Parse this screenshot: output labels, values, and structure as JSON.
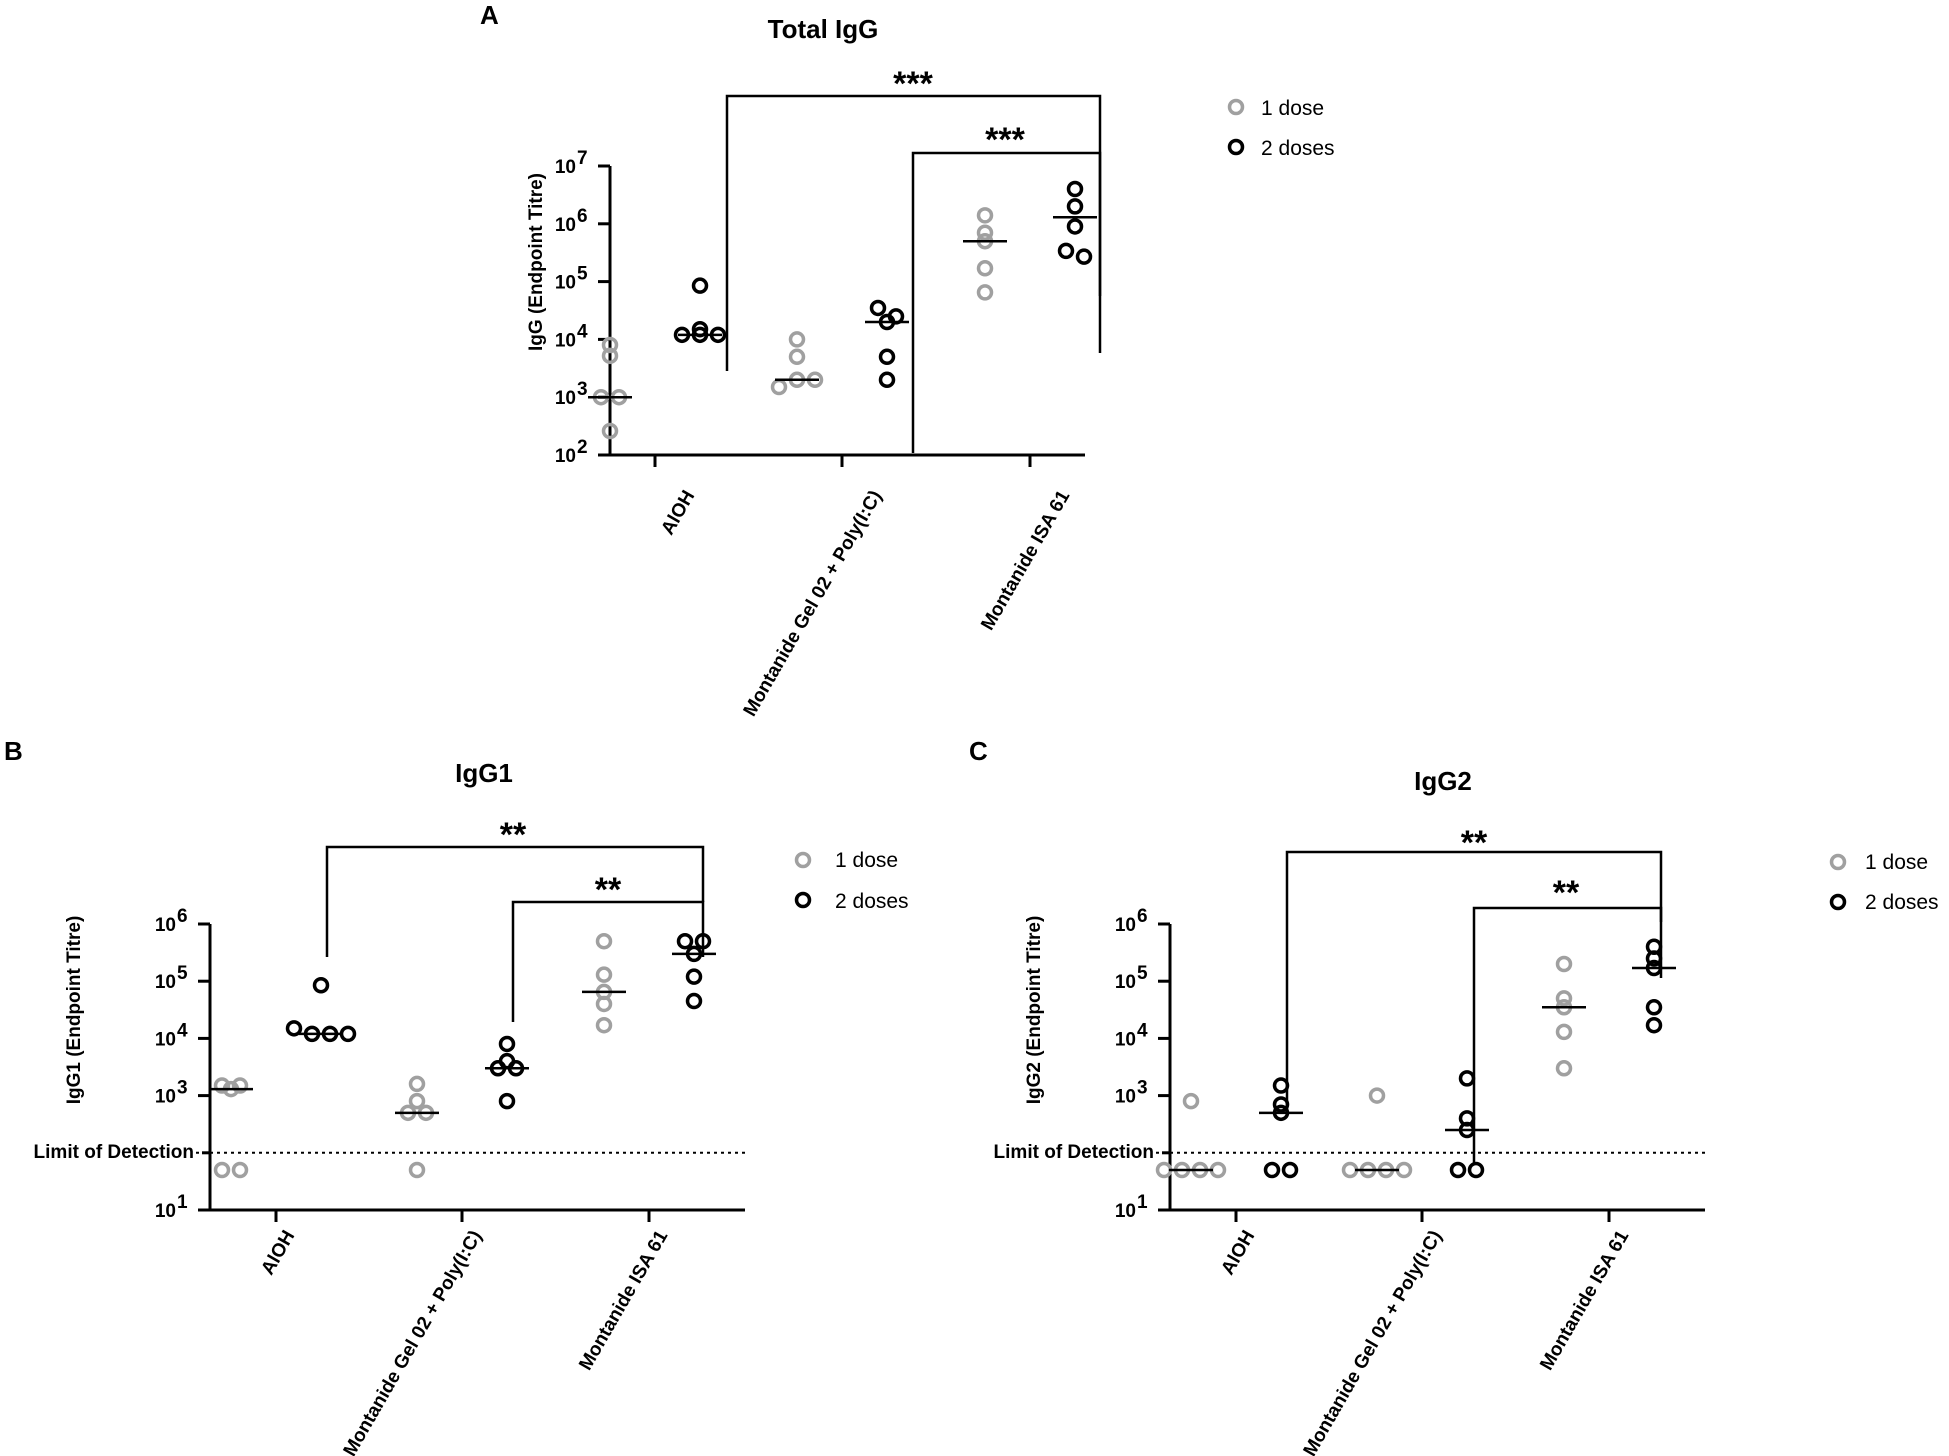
{
  "panels": [
    {
      "letter": "A",
      "title": "Total IgG",
      "ylabel": "IgG (Endpoint Titre)",
      "lod_label": "",
      "sig": [
        "***",
        "***"
      ]
    },
    {
      "letter": "B",
      "title": "IgG1",
      "ylabel": "IgG1 (Endpoint Titre)",
      "lod_label": "Limit of Detection",
      "sig": [
        "**",
        "**"
      ]
    },
    {
      "letter": "C",
      "title": "IgG2",
      "ylabel": "IgG2 (Endpoint Titre)",
      "lod_label": "Limit of Detection",
      "sig": [
        "**",
        "**"
      ]
    }
  ],
  "colors": {
    "one_dose": "#a0a0a0",
    "two_doses": "#000000"
  },
  "chart_data": [
    {
      "type": "scatter",
      "title": "Total IgG",
      "ylabel": "IgG (Endpoint Titre)",
      "yscale": "log",
      "ylim": [
        100,
        10000000
      ],
      "yticks": [
        2,
        3,
        4,
        5,
        6,
        7
      ],
      "categories": [
        "AlOH",
        "Montanide Gel 02 + Poly(I:C)",
        "Montanide ISA 61"
      ],
      "legend": {
        "position": "top-right",
        "entries": [
          "1 dose",
          "2 doses"
        ]
      },
      "series": [
        {
          "name": "1 dose",
          "values": [
            [
              8000,
              5200,
              1000,
              1000,
              260
            ],
            [
              10000,
              5000,
              1500,
              2000,
              2000
            ],
            [
              1400000,
              700000,
              500000,
              170000,
              65000
            ]
          ],
          "medians": [
            1000,
            2000,
            500000
          ]
        },
        {
          "name": "2 doses",
          "values": [
            [
              85000,
              15000,
              12000,
              12000,
              12000
            ],
            [
              35000,
              25000,
              20000,
              5000,
              2000
            ],
            [
              4000000,
              2000000,
              900000,
              340000,
              270000
            ]
          ],
          "medians": [
            12000,
            20000,
            1300000
          ]
        }
      ],
      "comparisons": [
        {
          "from": "AlOH · 2 doses",
          "to": "Montanide ISA 61 · 2 doses",
          "label": "***"
        },
        {
          "from": "Montanide Gel 02 + Poly(I:C) · 2 doses",
          "to": "Montanide ISA 61 · 2 doses",
          "label": "***"
        }
      ]
    },
    {
      "type": "scatter",
      "title": "IgG1",
      "ylabel": "IgG1 (Endpoint Titre)",
      "yscale": "log",
      "ylim": [
        10,
        1000000
      ],
      "yticks": [
        1,
        3,
        4,
        5,
        6
      ],
      "limit_of_detection": 100,
      "categories": [
        "AlOH",
        "Montanide Gel 02 + Poly(I:C)",
        "Montanide ISA 61"
      ],
      "legend": {
        "position": "top-right",
        "entries": [
          "1 dose",
          "2 doses"
        ]
      },
      "series": [
        {
          "name": "1 dose",
          "values": [
            [
              1500,
              1500,
              1300,
              50,
              50
            ],
            [
              1600,
              800,
              500,
              500,
              50
            ],
            [
              500000,
              130000,
              65000,
              40000,
              17000
            ]
          ],
          "medians": [
            1300,
            500,
            65000
          ]
        },
        {
          "name": "2 doses",
          "values": [
            [
              85000,
              15000,
              12000,
              12000,
              12000
            ],
            [
              8000,
              4000,
              3000,
              3000,
              800
            ],
            [
              500000,
              500000,
              300000,
              120000,
              45000
            ]
          ],
          "medians": [
            12000,
            3000,
            300000
          ]
        }
      ],
      "comparisons": [
        {
          "from": "AlOH · 2 doses",
          "to": "Montanide ISA 61 · 2 doses",
          "label": "**"
        },
        {
          "from": "Montanide Gel 02 + Poly(I:C) · 2 doses",
          "to": "Montanide ISA 61 · 2 doses",
          "label": "**"
        }
      ]
    },
    {
      "type": "scatter",
      "title": "IgG2",
      "ylabel": "IgG2 (Endpoint Titre)",
      "yscale": "log",
      "ylim": [
        10,
        1000000
      ],
      "yticks": [
        1,
        3,
        4,
        5,
        6
      ],
      "limit_of_detection": 100,
      "categories": [
        "AlOH",
        "Montanide Gel 02 + Poly(I:C)",
        "Montanide ISA 61"
      ],
      "legend": {
        "position": "top-right",
        "entries": [
          "1 dose",
          "2 doses"
        ]
      },
      "series": [
        {
          "name": "1 dose",
          "values": [
            [
              800,
              50,
              50,
              50,
              50
            ],
            [
              1000,
              50,
              50,
              50,
              50
            ],
            [
              200000,
              50000,
              35000,
              13000,
              3000
            ]
          ],
          "medians": [
            50,
            50,
            35000
          ]
        },
        {
          "name": "2 doses",
          "values": [
            [
              1500,
              700,
              500,
              50,
              50
            ],
            [
              2000,
              400,
              250,
              50,
              50
            ],
            [
              400000,
              250000,
              170000,
              35000,
              17000
            ]
          ],
          "medians": [
            500,
            250,
            170000
          ]
        }
      ],
      "comparisons": [
        {
          "from": "AlOH · 2 doses",
          "to": "Montanide ISA 61 · 2 doses",
          "label": "**"
        },
        {
          "from": "Montanide Gel 02 + Poly(I:C) · 2 doses",
          "to": "Montanide ISA 61 · 2 doses",
          "label": "**"
        }
      ]
    }
  ]
}
